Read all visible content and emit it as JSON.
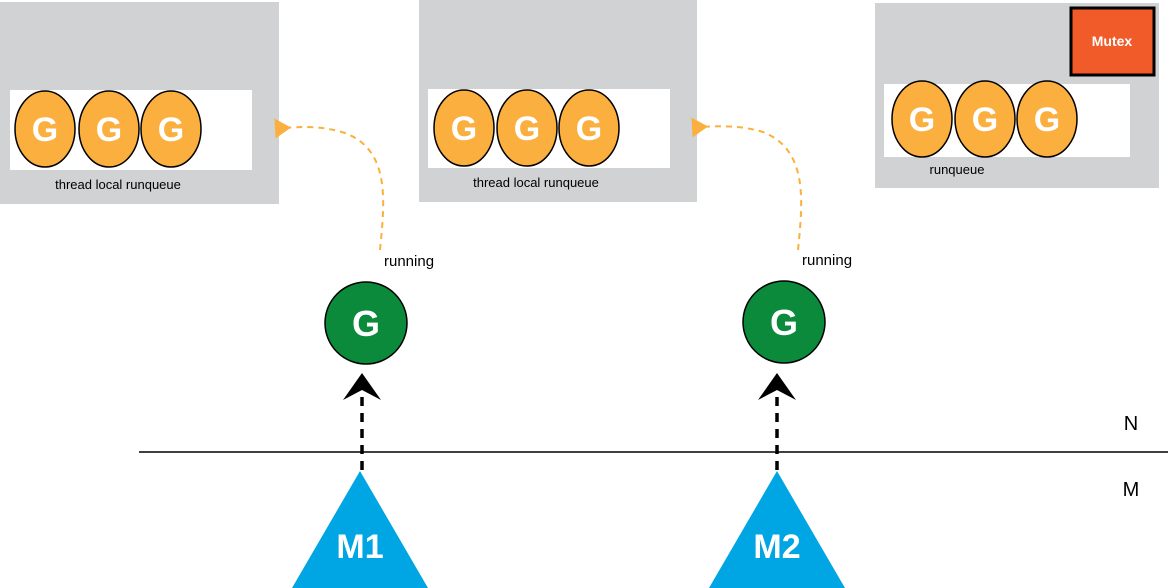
{
  "colors": {
    "panel": "#d1d2d4",
    "queue_bg": "#ffffff",
    "goroutine_queued": "#fbaf3f",
    "goroutine_running": "#0b8a3b",
    "machine": "#00a5e3",
    "mutex": "#f15a29",
    "arrow_dashed_orange": "#fbaf3f",
    "line": "#000000"
  },
  "panels": [
    {
      "queue_label": "thread local runqueue",
      "goroutines": [
        "G",
        "G",
        "G"
      ]
    },
    {
      "queue_label": "thread local runqueue",
      "goroutines": [
        "G",
        "G",
        "G"
      ]
    },
    {
      "queue_label": "runqueue",
      "goroutines": [
        "G",
        "G",
        "G"
      ],
      "mutex_label": "Mutex"
    }
  ],
  "running": [
    {
      "status": "running",
      "goroutine": "G"
    },
    {
      "status": "running",
      "goroutine": "G"
    }
  ],
  "machines": [
    "M1",
    "M2"
  ],
  "layers": {
    "upper": "N",
    "lower": "M"
  }
}
